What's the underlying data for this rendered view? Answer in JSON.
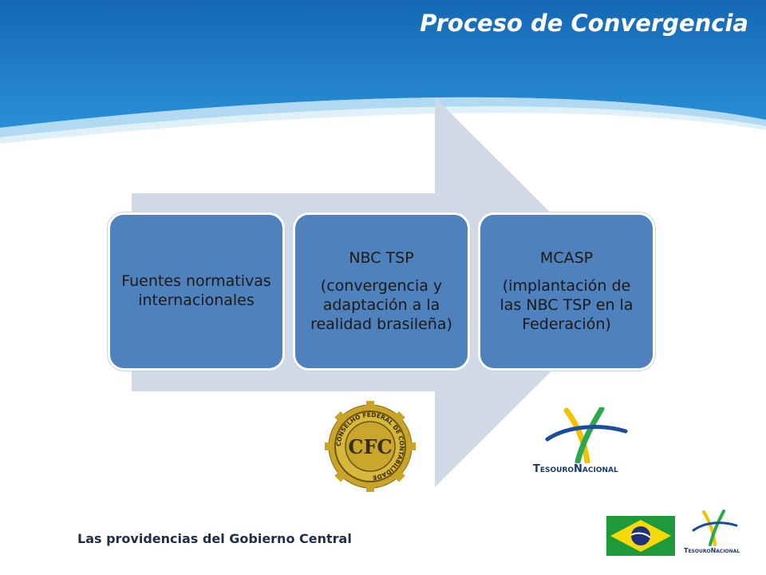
{
  "header": {
    "title": "Proceso de Convergencia"
  },
  "diagram": {
    "steps": [
      {
        "lines": [
          "Fuentes normativas internacionales"
        ]
      },
      {
        "heading": "NBC TSP",
        "lines": [
          "(convergencia y adaptación a la realidad brasileña)"
        ]
      },
      {
        "heading": "MCASP",
        "lines": [
          "(implantación de las NBC TSP en la Federación)"
        ]
      }
    ]
  },
  "logos": {
    "cfc_seal": {
      "icon": "cfc-seal-icon",
      "text": "CFC",
      "ring_text": "CONSELHO FEDERAL DE CONTABILIDADE"
    },
    "tesouro_large": {
      "icon": "tesouro-nacional-logo",
      "text": "TesouroNacional"
    },
    "tesouro_small": {
      "icon": "tesouro-nacional-logo",
      "text": "TesouroNacional"
    },
    "brazil_flag": {
      "icon": "brazil-flag-icon"
    }
  },
  "footer": {
    "text": "Las providencias del Gobierno Central"
  },
  "colors": {
    "header_blue": "#1a78c2",
    "box_blue": "#4f81bd",
    "arrow": "#d1d8e6"
  }
}
